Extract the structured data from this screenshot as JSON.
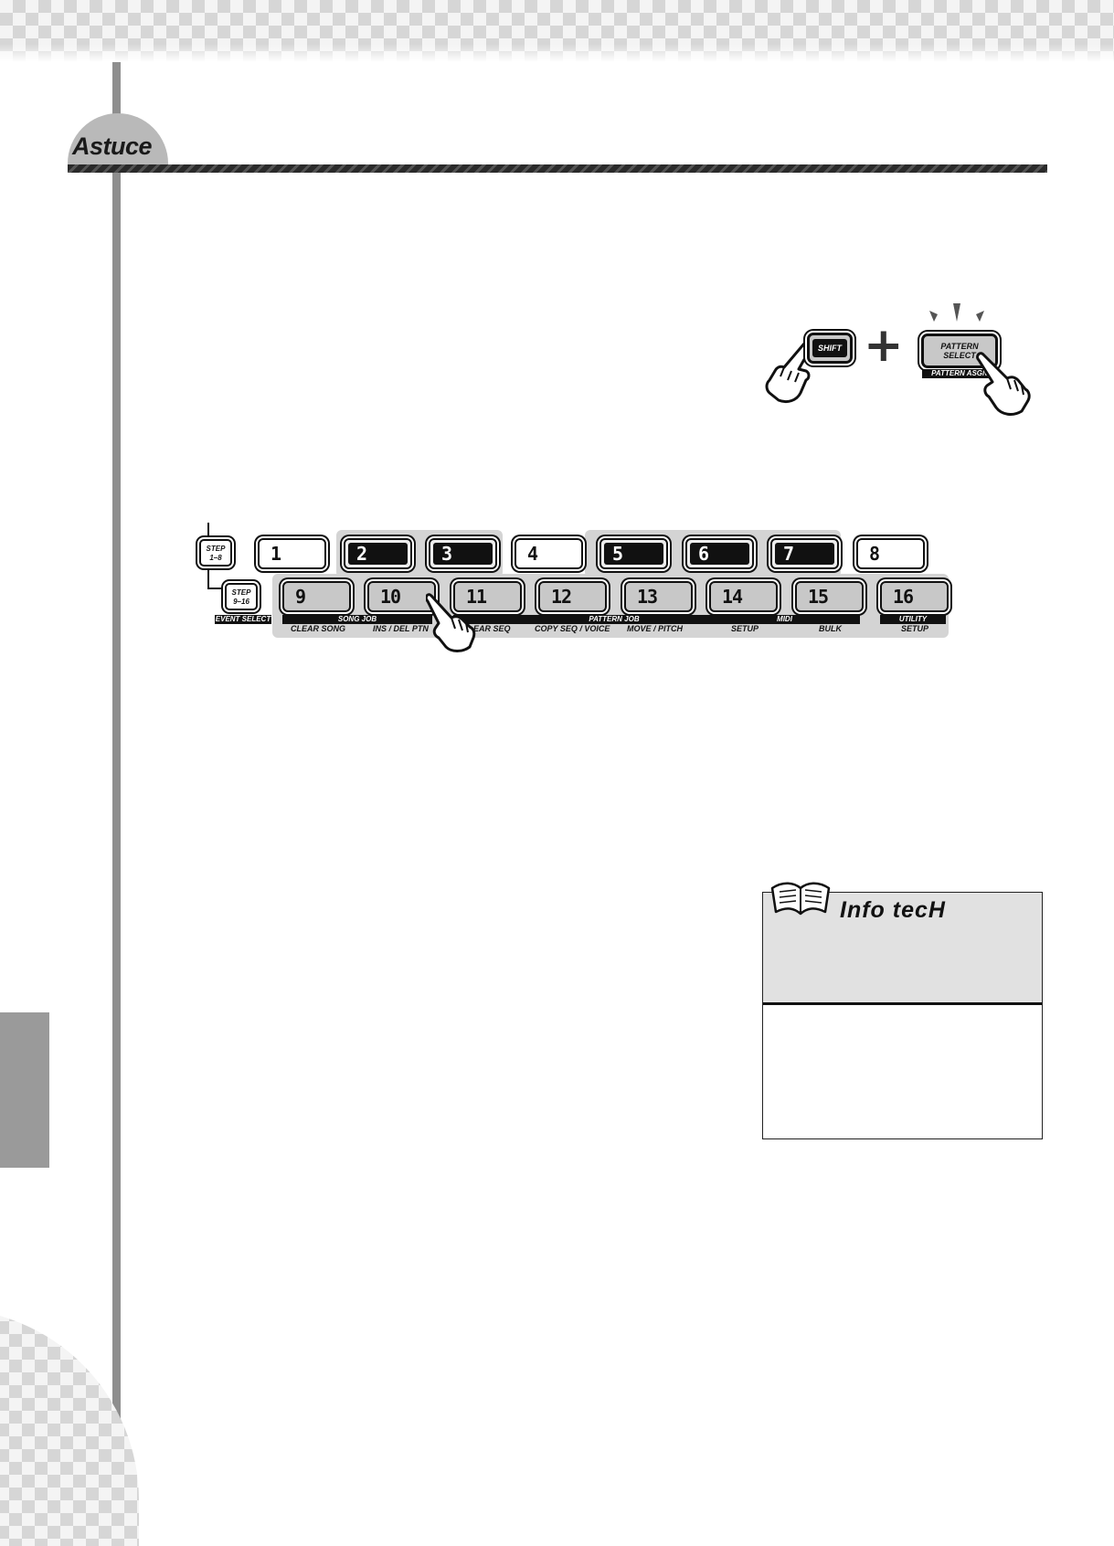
{
  "header": {
    "section_title": "Astuce"
  },
  "illustration": {
    "shift_label": "SHIFT",
    "plus_symbol": "+",
    "pattern_select_label": "PATTERN\nSELECT",
    "pattern_asgn_label": "PATTERN ASGN"
  },
  "step_panel": {
    "row1_keys": [
      {
        "label": "1",
        "lit": false
      },
      {
        "label": "2",
        "lit": true
      },
      {
        "label": "3",
        "lit": true
      },
      {
        "label": "4",
        "lit": false
      },
      {
        "label": "5",
        "lit": true
      },
      {
        "label": "6",
        "lit": true
      },
      {
        "label": "7",
        "lit": true
      },
      {
        "label": "8",
        "lit": false
      }
    ],
    "row2_keys": [
      "9",
      "10",
      "11",
      "12",
      "13",
      "14",
      "15",
      "16"
    ],
    "step_1_8_label": "STEP\n1–8",
    "step_9_16_label": "STEP\n9–16",
    "event_select_label": "EVENT SELECT",
    "group_labels": {
      "song_job": "SONG  JOB",
      "pattern_job": "PATTERN  JOB",
      "midi": "MIDI",
      "utility": "UTILITY"
    },
    "sub_labels": {
      "clear_song": "CLEAR SONG",
      "ins_del_ptn": "INS / DEL PTN",
      "clear_seq": "EAR SEQ",
      "copy_seq_voice": "COPY SEQ / VOICE",
      "move_pitch": "MOVE / PITCH",
      "setup_midi": "SETUP",
      "bulk": "BULK",
      "setup_utility": "SETUP"
    }
  },
  "info_box": {
    "title": "Info tecH"
  }
}
